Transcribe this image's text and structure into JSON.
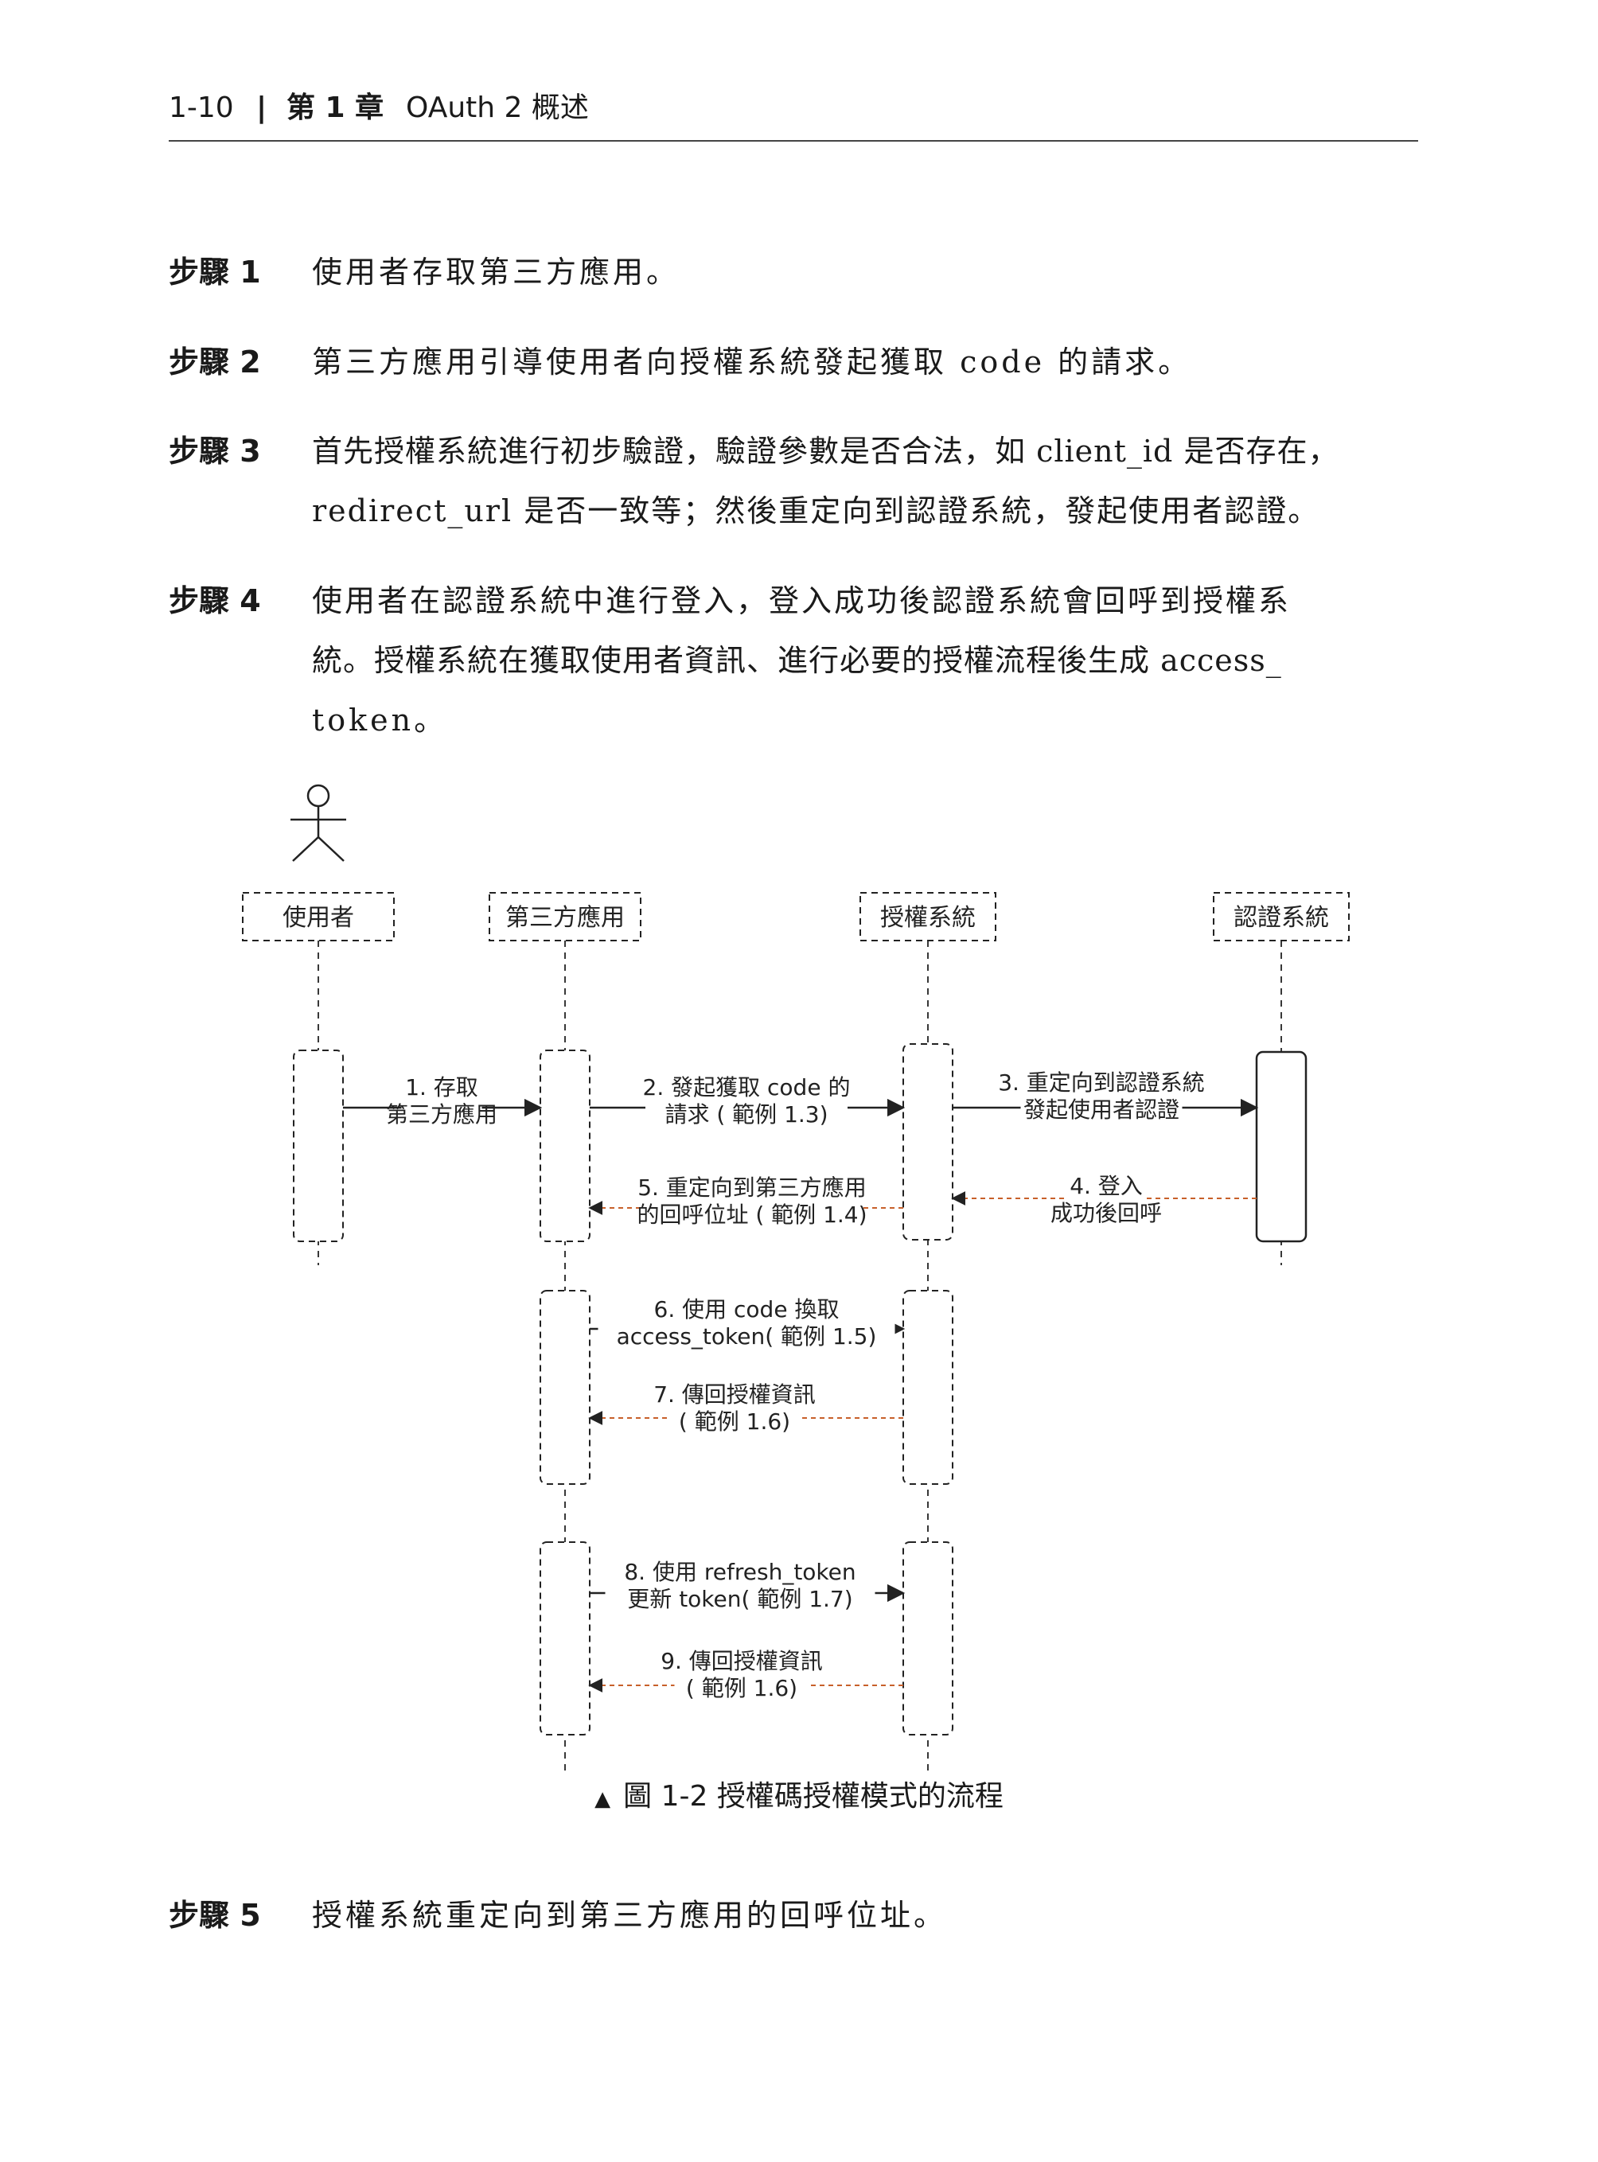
{
  "header": {
    "page_number": "1-10",
    "separator": "|",
    "chapter": "第 1 章",
    "title": "OAuth 2 概述"
  },
  "steps": [
    {
      "label": "步驟 1",
      "lines": [
        "使用者存取第三方應用。"
      ]
    },
    {
      "label": "步驟 2",
      "lines": [
        "第三方應用引導使用者向授權系統發起獲取 code 的請求。"
      ]
    },
    {
      "label": "步驟 3",
      "lines": [
        "首先授權系統進行初步驗證，驗證參數是否合法，如 client_id 是否存在，",
        "redirect_url 是否一致等；然後重定向到認證系統，發起使用者認證。"
      ]
    },
    {
      "label": "步驟 4",
      "lines": [
        "使用者在認證系統中進行登入，登入成功後認證系統會回呼到授權系",
        "統。授權系統在獲取使用者資訊、進行必要的授權流程後生成 access_",
        "token。"
      ]
    }
  ],
  "diagram": {
    "participants": [
      {
        "id": "user",
        "label": "使用者"
      },
      {
        "id": "app",
        "label": "第三方應用"
      },
      {
        "id": "authz",
        "label": "授權系統"
      },
      {
        "id": "authn",
        "label": "認證系統"
      }
    ],
    "messages": [
      {
        "from": "user",
        "to": "app",
        "type": "request",
        "label": [
          "1. 存取",
          "第三方應用"
        ]
      },
      {
        "from": "app",
        "to": "authz",
        "type": "request",
        "label": [
          "2. 發起獲取 code 的",
          "請求 ( 範例 1.3)"
        ]
      },
      {
        "from": "authz",
        "to": "authn",
        "type": "request",
        "label": [
          "3. 重定向到認證系統",
          "發起使用者認證"
        ]
      },
      {
        "from": "authn",
        "to": "authz",
        "type": "response",
        "label": [
          "4. 登入",
          "成功後回呼"
        ]
      },
      {
        "from": "authz",
        "to": "app",
        "type": "response",
        "label": [
          "5. 重定向到第三方應用",
          "的回呼位址 ( 範例 1.4)"
        ]
      },
      {
        "from": "app",
        "to": "authz",
        "type": "request",
        "label": [
          "6. 使用 code 換取",
          "access_token( 範例 1.5)"
        ]
      },
      {
        "from": "authz",
        "to": "app",
        "type": "response",
        "label": [
          "7. 傳回授權資訊",
          "( 範例 1.6)"
        ]
      },
      {
        "from": "app",
        "to": "authz",
        "type": "request",
        "label": [
          "8. 使用 refresh_token",
          "更新 token( 範例 1.7)"
        ]
      },
      {
        "from": "authz",
        "to": "app",
        "type": "response",
        "label": [
          "9. 傳回授權資訊",
          "( 範例 1.6)"
        ]
      }
    ],
    "colors": {
      "line": "#222222",
      "response": "#c8602a"
    }
  },
  "caption": {
    "marker": "▲",
    "text": "圖 1-2  授權碼授權模式的流程"
  },
  "step5": {
    "label": "步驟 5",
    "lines": [
      "授權系統重定向到第三方應用的回呼位址。"
    ]
  }
}
